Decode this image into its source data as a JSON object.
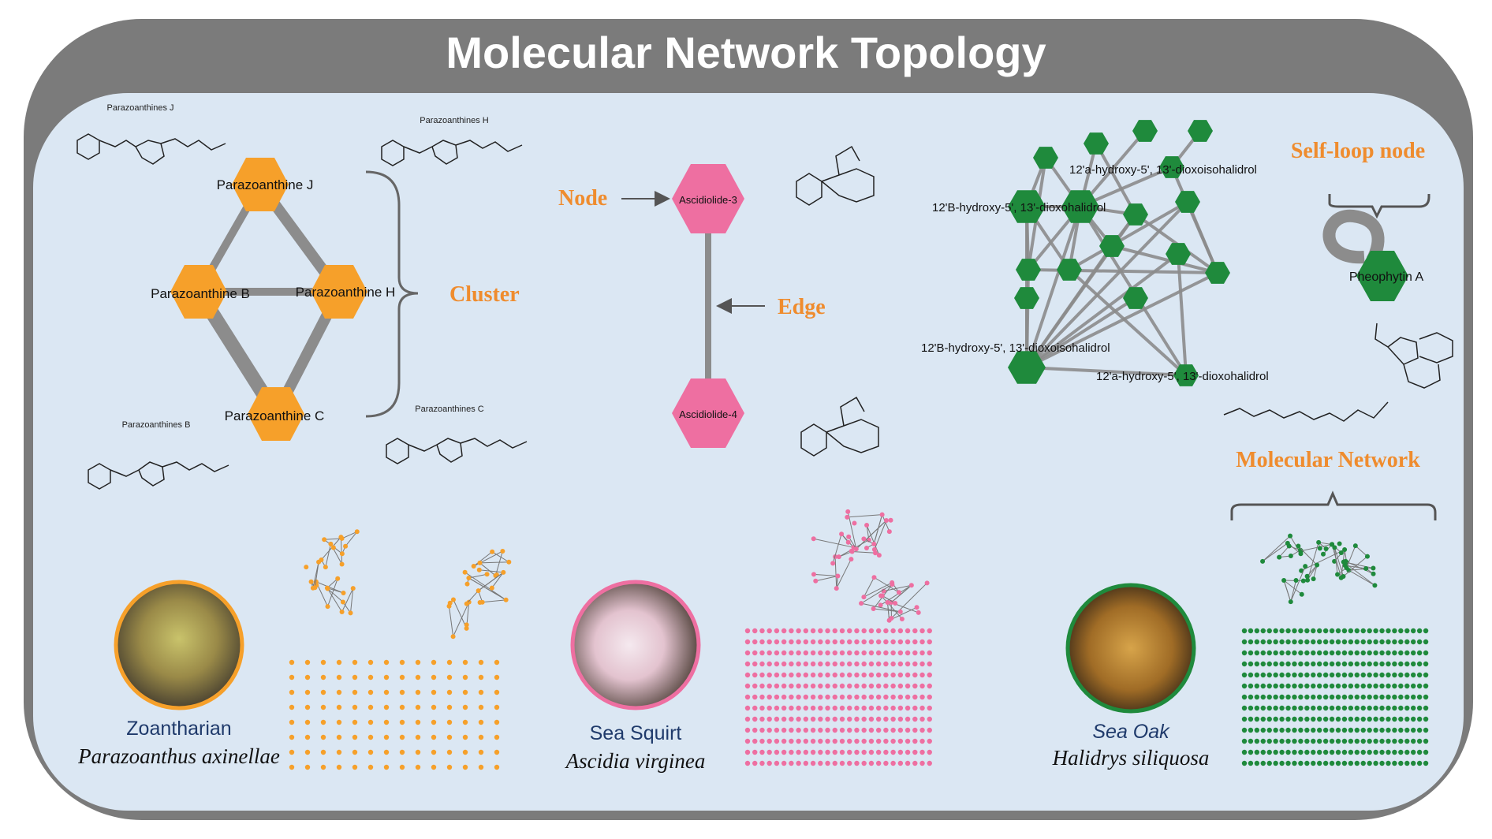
{
  "title": "Molecular Network Topology",
  "colors": {
    "frame": "#7b7b7b",
    "panel": "#dbe7f3",
    "orange": "#f6a02a",
    "pink": "#ee6fa1",
    "green": "#1f8a3c",
    "accent_text": "#ef8c2e",
    "edge": "#8c8c8c",
    "organism_name": "#1f3a6b"
  },
  "cluster_panel": {
    "nodes": [
      "Parazoanthine J",
      "Parazoanthine B",
      "Parazoanthine H",
      "Parazoanthine C"
    ],
    "structure_labels": [
      "Parazoanthines J",
      "Parazoanthines H",
      "Parazoanthines B",
      "Parazoanthines C"
    ],
    "callout": "Cluster"
  },
  "node_edge_panel": {
    "nodes": [
      "Ascidiolide-3",
      "Ascidiolide-4"
    ],
    "node_callout": "Node",
    "edge_callout": "Edge"
  },
  "green_network": {
    "labels": [
      "12'a-hydroxy-5', 13'-dioxoisohalidrol",
      "12'B-hydroxy-5', 13'-dioxohalidrol",
      "12'B-hydroxy-5', 13'-dioxoisohalidrol",
      "12'a-hydroxy-5', 13'-dioxohalidrol"
    ]
  },
  "self_loop": {
    "callout": "Self-loop node",
    "node": "Pheophytin A"
  },
  "molecular_network_callout": "Molecular Network",
  "organisms": [
    {
      "common": "Zoantharian",
      "latin": "Parazoanthus axinellae",
      "icon": "zoanthid-photo"
    },
    {
      "common": "Sea Squirt",
      "latin": "Ascidia virginea",
      "icon": "sea-squirt-photo"
    },
    {
      "common": "Sea Oak",
      "latin": "Halidrys siliquosa",
      "icon": "sea-oak-photo"
    }
  ]
}
